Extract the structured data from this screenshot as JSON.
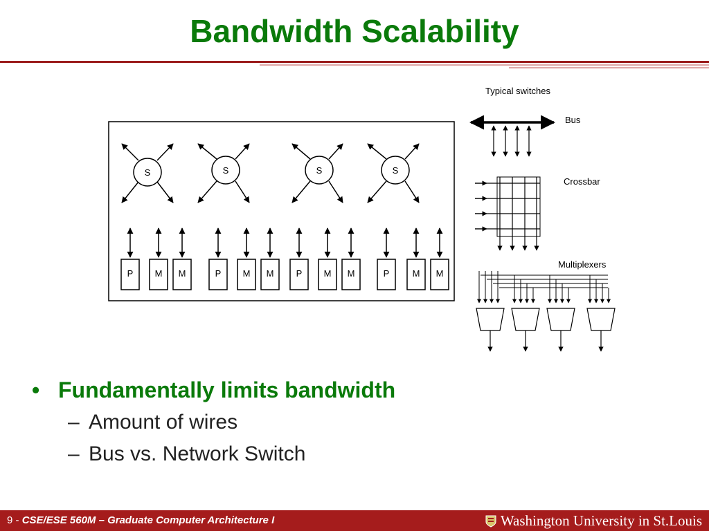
{
  "slide": {
    "title": "Bandwidth Scalability"
  },
  "diagram": {
    "switch_labels": [
      "S",
      "S",
      "S",
      "S"
    ],
    "node_labels": [
      "P",
      "M",
      "M",
      "P",
      "M",
      "M",
      "P",
      "M",
      "M",
      "P",
      "M",
      "M"
    ],
    "typical_switches_label": "Typical switches",
    "bus_label": "Bus",
    "crossbar_label": "Crossbar",
    "multiplexers_label": "Multiplexers"
  },
  "bullets": {
    "main": "Fundamentally limits bandwidth",
    "subs": [
      "Amount of wires",
      "Bus vs. Network Switch"
    ]
  },
  "footer": {
    "page_number": "9",
    "page_separator": " - ",
    "course": "CSE/ESE 560M – Graduate Computer Architecture I",
    "institution": "Washington University in St.Louis"
  },
  "colors": {
    "title_green": "#0a7a0a",
    "footer_red": "#a51c1c"
  }
}
